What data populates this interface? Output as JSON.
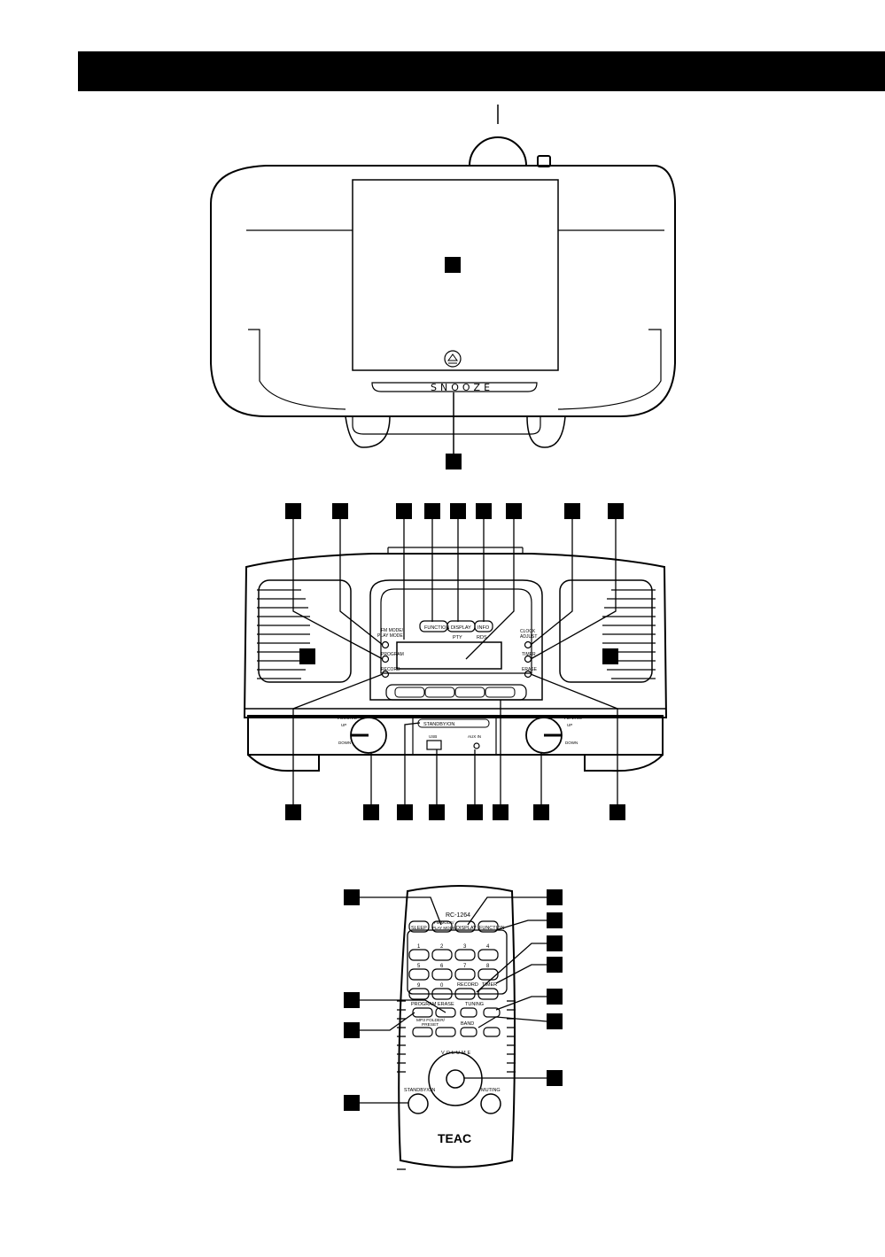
{
  "top_unit": {
    "snooze": "SNOOZE"
  },
  "front_panel": {
    "function": "FUNCTION",
    "display": "DISPLAY",
    "info": "INFO",
    "pty": "PTY",
    "rds": "RDS",
    "fm_mode": "FM MODE/",
    "play_mode": "PLAY MODE",
    "program": "PROGRAM",
    "record": "RECORD",
    "clock_adjust_1": "CLOCK",
    "clock_adjust_2": "ADJUST",
    "timer": "TIMER",
    "erase": "ERASE",
    "volume": "VOLUME",
    "up": "UP",
    "down": "DOWN",
    "tuning": "TUNING",
    "standby_on": "STANDBY/ON",
    "usb": "USB",
    "aux_in": "AUX IN"
  },
  "remote": {
    "model": "RC-1264",
    "sleep": "SLEEP",
    "fm_mode": "FM MODE/",
    "play_mode": "PLAY MODE",
    "display": "DISPLAY",
    "function": "FUNCTION",
    "digits": [
      "1",
      "2",
      "3",
      "4",
      "5",
      "6",
      "7",
      "8",
      "9",
      "0"
    ],
    "record": "RECORD",
    "timer": "TIMER",
    "program": "PROGRAM",
    "erase": "ERASE",
    "tuning": "TUNING",
    "mp3_folder": "MP3 FOLDER/",
    "preset": "PRESET",
    "band": "BAND",
    "volume": "VOLUME",
    "standby_on": "STANDBY/ON",
    "muting": "MUTING",
    "brand": "TEAC"
  }
}
